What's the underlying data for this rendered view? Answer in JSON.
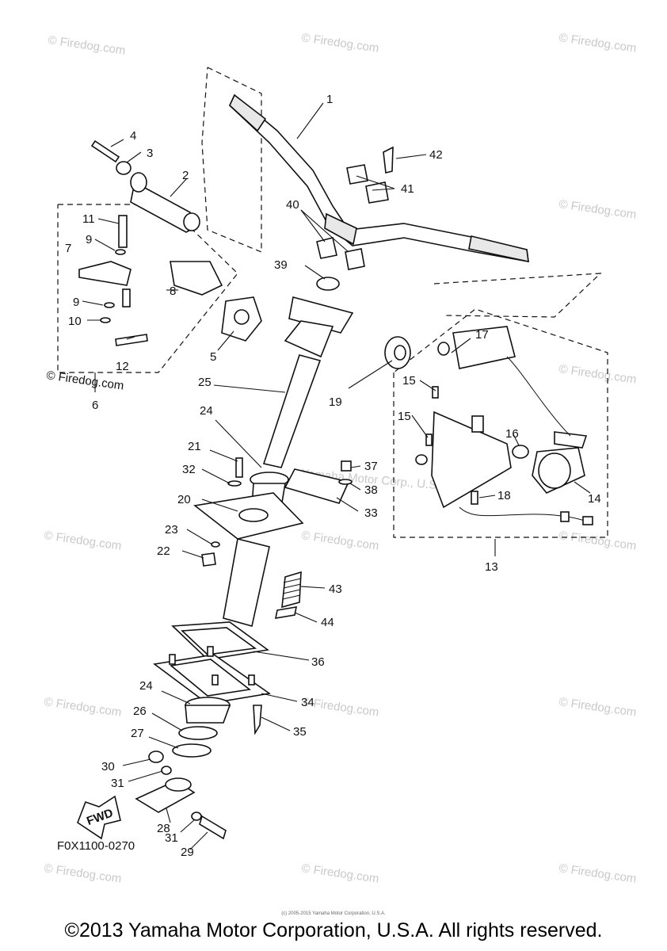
{
  "watermark": {
    "text": "© Firedog.com",
    "inline_text": "Yamaha Motor Corp., U.S.A."
  },
  "drawing_code": "F0X1100-0270",
  "fwd_label": "FWD",
  "tiny_credit": "(c) 2005-2015 Yamaha Motor Corporation, U.S.A.",
  "copyright": "©2013 Yamaha Motor Corporation, U.S.A. All rights reserved.",
  "callouts": {
    "p1": "1",
    "p2": "2",
    "p3": "3",
    "p4": "4",
    "p5": "5",
    "p6": "6",
    "p7": "7",
    "p8": "8",
    "p9a": "9",
    "p9b": "9",
    "p10": "10",
    "p11": "11",
    "p12": "12",
    "p13": "13",
    "p14": "14",
    "p15a": "15",
    "p15b": "15",
    "p16": "16",
    "p17": "17",
    "p18": "18",
    "p19": "19",
    "p20": "20",
    "p21": "21",
    "p22": "22",
    "p23": "23",
    "p24a": "24",
    "p24b": "24",
    "p25": "25",
    "p26": "26",
    "p27": "27",
    "p28": "28",
    "p29": "29",
    "p30": "30",
    "p31a": "31",
    "p31b": "31",
    "p32": "32",
    "p33": "33",
    "p34": "34",
    "p35": "35",
    "p36": "36",
    "p37": "37",
    "p38": "38",
    "p39": "39",
    "p40": "40",
    "p41": "41",
    "p42": "42",
    "p43": "43",
    "p44": "44"
  }
}
